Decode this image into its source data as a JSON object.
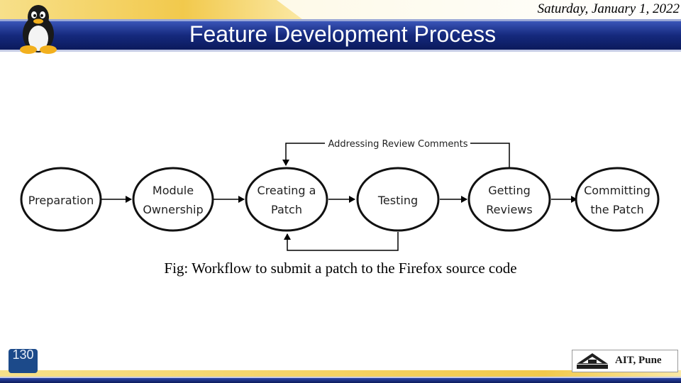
{
  "slide": {
    "title": "Feature Development Process",
    "date": "Saturday, January 1, 2022",
    "caption": "Fig: Workflow to submit a patch to the Firefox source code",
    "slide_number": "130"
  },
  "diagram": {
    "nodes": [
      {
        "id": "preparation",
        "lines": [
          "Preparation"
        ]
      },
      {
        "id": "module-ownership",
        "lines": [
          "Module",
          "Ownership"
        ]
      },
      {
        "id": "creating-a-patch",
        "lines": [
          "Creating a",
          "Patch"
        ]
      },
      {
        "id": "testing",
        "lines": [
          "Testing"
        ]
      },
      {
        "id": "getting-reviews",
        "lines": [
          "Getting",
          "Reviews"
        ]
      },
      {
        "id": "committing-the-patch",
        "lines": [
          "Committing",
          "the Patch"
        ]
      }
    ],
    "loop_label": "Addressing Review Comments"
  },
  "footer": {
    "logo_text": "AIT, Pune"
  },
  "colors": {
    "band_dark": "#0d1f6e",
    "band_mid": "#2c46a8",
    "band_gold": "#f2c94c",
    "slide_num_bg": "#1c4a8a"
  },
  "icons": [
    "tux-penguin-icon",
    "ait-logo-icon"
  ]
}
